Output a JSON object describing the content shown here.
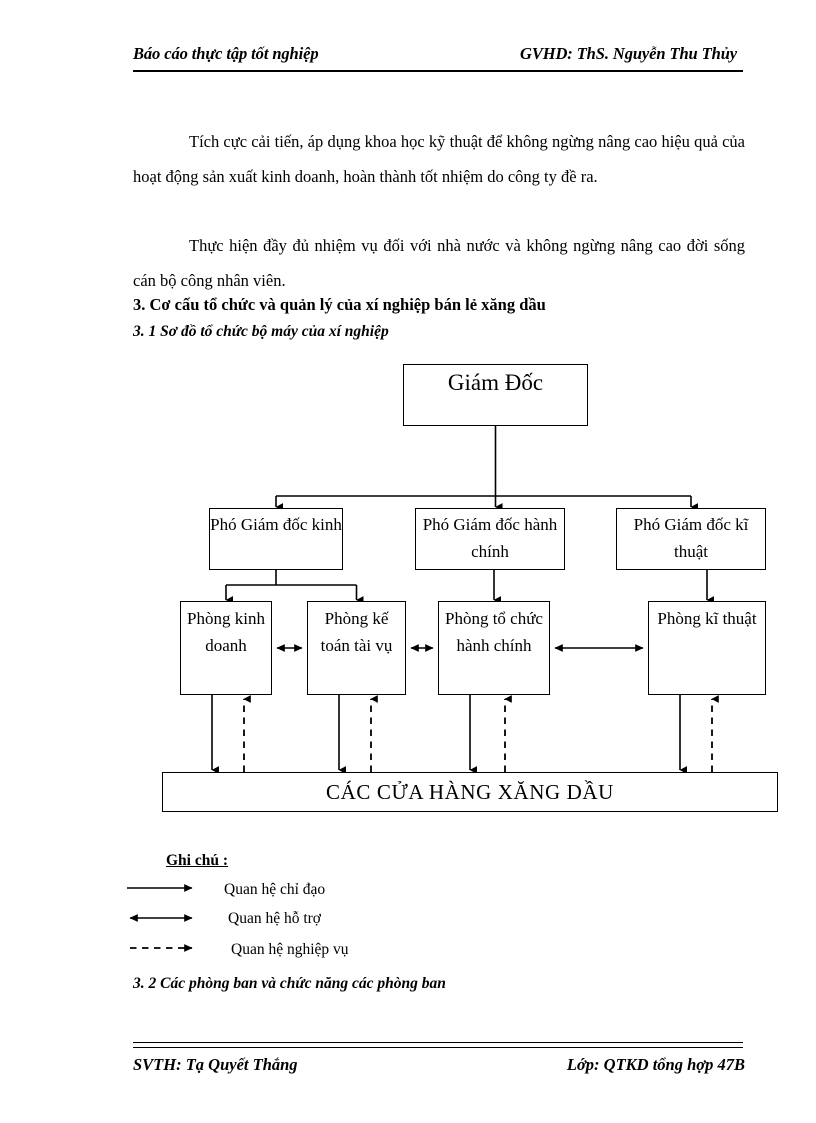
{
  "header": {
    "left": "Báo cáo thực tập tốt nghiệp",
    "right": "GVHD: ThS. Nguyễn Thu Thủy"
  },
  "body": {
    "paragraph_1": "Tích cực cải tiến, áp dụng khoa học kỹ thuật để không ngừng nâng cao hiệu quả của hoạt động sản xuất kinh doanh, hoàn thành tốt nhiệm do công ty đề ra.",
    "paragraph_2": "Thực hiện đầy đủ nhiệm vụ đối với nhà nước và không ngừng nâng cao đời sống cán bộ công nhân viên.",
    "heading_3": "3. Cơ cấu tổ chức và quản lý của xí nghiệp bán lẻ xăng dầu",
    "heading_3_1": "3. 1 Sơ đồ tổ chức bộ máy của xí nghiệp",
    "heading_3_2": "3. 2 Các phòng ban và chức năng các phòng ban"
  },
  "chart_data": {
    "type": "diagram",
    "title": "Sơ đồ tổ chức bộ máy của xí nghiệp",
    "nodes": [
      {
        "id": "director",
        "label": "Giám Đốc",
        "level": 0
      },
      {
        "id": "vp_business",
        "label": "Phó Giám đốc kinh",
        "level": 1
      },
      {
        "id": "vp_admin",
        "label": "Phó Giám đốc hành chính",
        "level": 1
      },
      {
        "id": "vp_tech",
        "label": "Phó Giám đốc kĩ thuật",
        "level": 1
      },
      {
        "id": "dept_business",
        "label": "Phòng kinh doanh",
        "level": 2
      },
      {
        "id": "dept_accounting",
        "label": "Phòng kế toán tài vụ",
        "level": 2
      },
      {
        "id": "dept_admin",
        "label": "Phòng tổ chức hành chính",
        "level": 2
      },
      {
        "id": "dept_tech",
        "label": "Phòng kĩ thuật",
        "level": 2
      },
      {
        "id": "stores",
        "label": "CÁC CỬA HÀNG XĂNG DẦU",
        "level": 3
      }
    ],
    "edges": [
      {
        "from": "director",
        "to": "vp_business",
        "kind": "chi-dao"
      },
      {
        "from": "director",
        "to": "vp_admin",
        "kind": "chi-dao"
      },
      {
        "from": "director",
        "to": "vp_tech",
        "kind": "chi-dao"
      },
      {
        "from": "vp_business",
        "to": "dept_business",
        "kind": "chi-dao"
      },
      {
        "from": "vp_business",
        "to": "dept_accounting",
        "kind": "chi-dao"
      },
      {
        "from": "vp_admin",
        "to": "dept_admin",
        "kind": "chi-dao"
      },
      {
        "from": "vp_tech",
        "to": "dept_tech",
        "kind": "chi-dao"
      },
      {
        "from": "dept_business",
        "to": "dept_accounting",
        "kind": "ho-tro"
      },
      {
        "from": "dept_accounting",
        "to": "dept_admin",
        "kind": "ho-tro"
      },
      {
        "from": "dept_admin",
        "to": "dept_tech",
        "kind": "ho-tro"
      },
      {
        "from": "dept_business",
        "to": "stores",
        "kind": "chi-dao"
      },
      {
        "from": "dept_accounting",
        "to": "stores",
        "kind": "chi-dao"
      },
      {
        "from": "dept_admin",
        "to": "stores",
        "kind": "chi-dao"
      },
      {
        "from": "dept_tech",
        "to": "stores",
        "kind": "chi-dao"
      },
      {
        "from": "stores",
        "to": "dept_business",
        "kind": "nghiep-vu"
      },
      {
        "from": "stores",
        "to": "dept_accounting",
        "kind": "nghiep-vu"
      },
      {
        "from": "stores",
        "to": "dept_admin",
        "kind": "nghiep-vu"
      },
      {
        "from": "stores",
        "to": "dept_tech",
        "kind": "nghiep-vu"
      }
    ]
  },
  "legend": {
    "title": "Ghi chú :",
    "items": [
      {
        "arrow": "single-solid",
        "label": "Quan hệ chỉ đạo"
      },
      {
        "arrow": "double-solid",
        "label": "Quan hệ hỗ trợ"
      },
      {
        "arrow": "single-dashed",
        "label": "Quan hệ nghiệp vụ"
      }
    ]
  },
  "footer": {
    "left": "SVTH: Tạ Quyết Thắng",
    "right": "Lớp: QTKD tổng hợp 47B"
  }
}
